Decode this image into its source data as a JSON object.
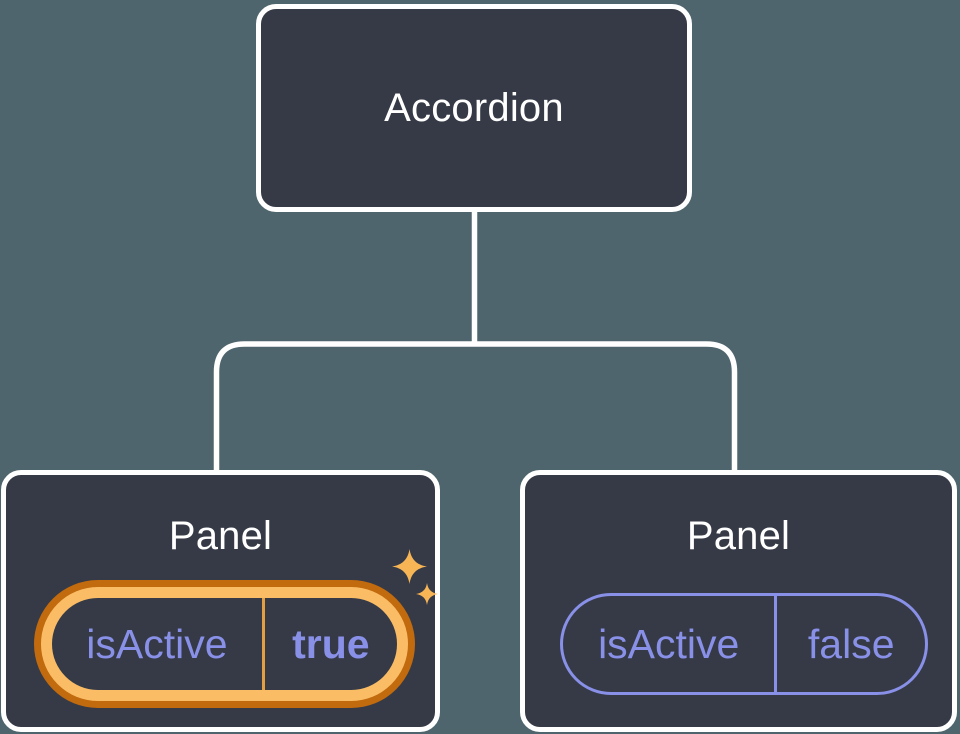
{
  "theme": {
    "bg": "#4e656d",
    "box-fill": "#353a46",
    "box-border": "#ffffff",
    "text-light": "#ffffff",
    "purple": "#8990e8",
    "ring-outer": "#c16a0e",
    "ring-gold": "#fabd66",
    "divider-gold": "#e49f42",
    "sparkle": "#f7b556"
  },
  "tree": {
    "root": {
      "label": "Accordion"
    },
    "children": [
      {
        "label": "Panel",
        "highlighted": true,
        "state": {
          "key": "isActive",
          "value": "true"
        }
      },
      {
        "label": "Panel",
        "highlighted": false,
        "state": {
          "key": "isActive",
          "value": "false"
        }
      }
    ]
  }
}
